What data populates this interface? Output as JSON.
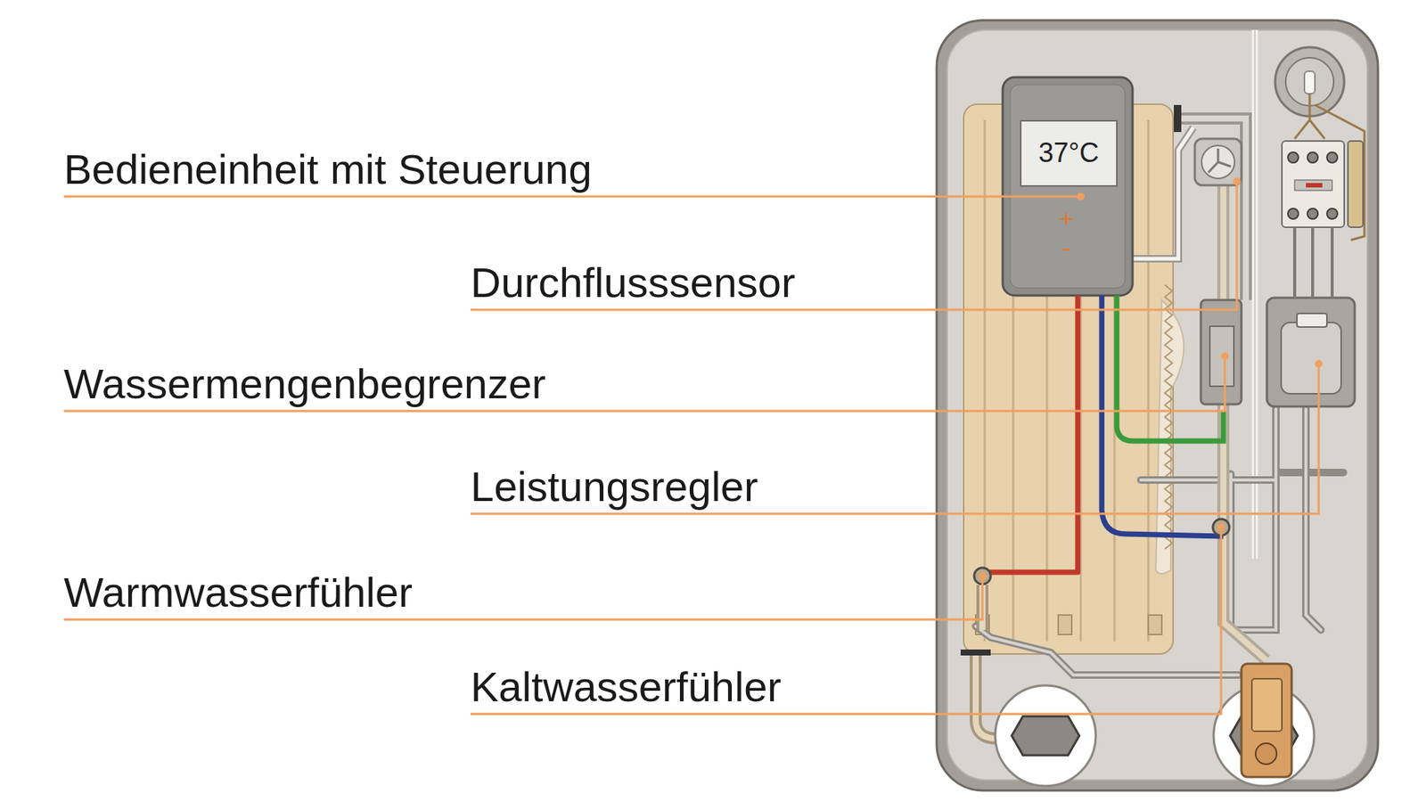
{
  "diagram": {
    "labels": [
      "Bedieneinheit mit Steuerung",
      "Durchflusssensor",
      "Wassermengenbegrenzer",
      "Leistungsregler",
      "Warmwasserfühler",
      "Kaltwasserfühler",
      "37°C",
      "+",
      "-"
    ]
  }
}
